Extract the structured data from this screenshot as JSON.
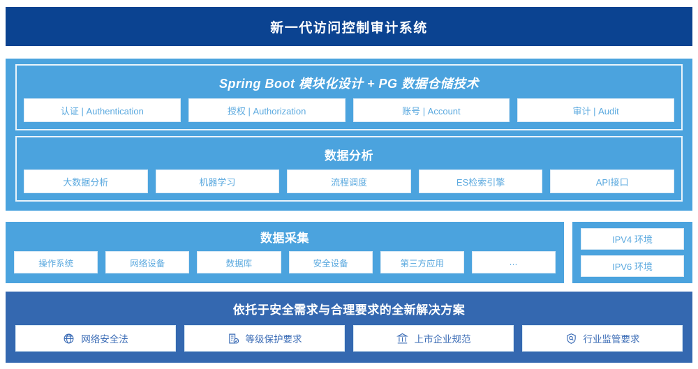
{
  "header": {
    "title": "新一代访问控制审计系统"
  },
  "application_layer": {
    "spring_boot": {
      "title": "Spring Boot 模块化设计 + PG 数据仓储技术",
      "cards": [
        "认证 | Authentication",
        "授权 | Authorization",
        "账号 | Account",
        "审计 | Audit"
      ]
    },
    "data_analysis": {
      "title": "数据分析",
      "cards": [
        "大数据分析",
        "机器学习",
        "流程调度",
        "ES检索引擎",
        "API接口"
      ]
    }
  },
  "data_collection": {
    "title": "数据采集",
    "cards": [
      "操作系统",
      "网络设备",
      "数据库",
      "安全设备",
      "第三方应用",
      "…"
    ]
  },
  "environment": {
    "cards": [
      "IPV4 环境",
      "IPV6 环境"
    ]
  },
  "solution": {
    "title": "依托于安全需求与合理要求的全新解决方案",
    "cards": [
      {
        "label": "网络安全法",
        "icon": "globe-icon"
      },
      {
        "label": "等级保护要求",
        "icon": "document-check-icon"
      },
      {
        "label": "上市企业规范",
        "icon": "bank-building-icon"
      },
      {
        "label": "行业监管要求",
        "icon": "shield-search-icon"
      }
    ]
  },
  "colors": {
    "header_navy": "#0B4391",
    "panel_blue": "#4BA3DE",
    "solution_blue": "#3468B0",
    "card_text_blue": "#5BA9DF",
    "solution_text_blue": "#3A6BB5",
    "card_white": "#FFFFFF"
  }
}
